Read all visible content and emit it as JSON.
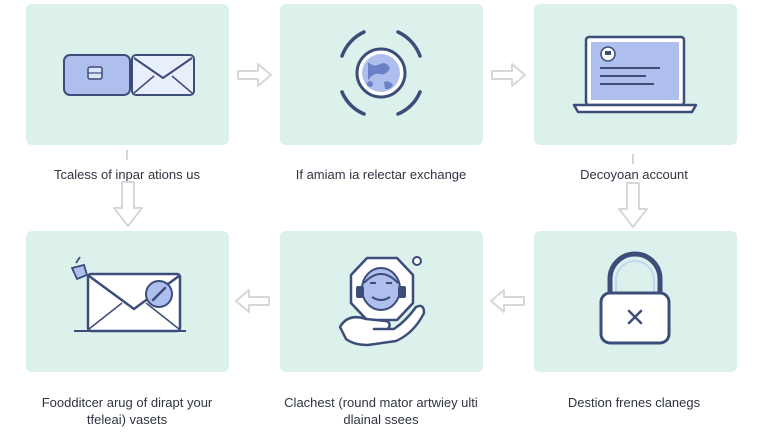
{
  "steps": [
    {
      "id": "s1",
      "icon": "card-envelope-icon",
      "lines": [
        "Tcaless of inpar ations us"
      ]
    },
    {
      "id": "s2",
      "icon": "globe-exchange-icon",
      "lines": [
        "If amiam ia relectar exchange"
      ]
    },
    {
      "id": "s3",
      "icon": "laptop-icon",
      "lines": [
        "Decoyoan account"
      ]
    },
    {
      "id": "s4",
      "icon": "padlock-icon",
      "lines": [
        "Destion frenes clanegs"
      ]
    },
    {
      "id": "s5",
      "icon": "hand-shield-icon",
      "lines": [
        "Clachest (round mator artwiey ulti",
        "dlainal ssees"
      ]
    },
    {
      "id": "s6",
      "icon": "envelope-check-icon",
      "lines": [
        "Foodditcer arug of dirapt your",
        "tfeleai) vasets"
      ]
    }
  ],
  "colors": {
    "card_bg": "#dcf1ec",
    "icon_stroke": "#3c4d7a",
    "icon_fill": "#aebfee",
    "arrow": "#d3d9d8"
  }
}
